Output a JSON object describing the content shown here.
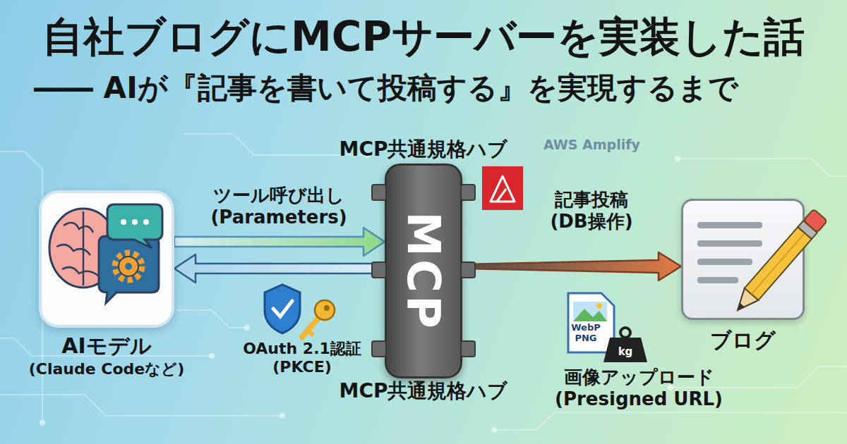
{
  "diagram": {
    "title": "自社ブログにMCPサーバーを実装した話",
    "nodes": [
      {
        "text": [
          "AIモデル",
          "(Claude Codeなど)"
        ]
      },
      {
        "text": [
          "MCP共通規格ハブ",
          "MCP",
          "MCP共通規格ハブ"
        ]
      },
      {
        "text": [
          "ブログ"
        ]
      }
    ],
    "edges": [
      {
        "from": 0,
        "to": 1,
        "label": "ツール呼び出し (Parameters)",
        "arrow": "to"
      },
      {
        "from": 1,
        "to": 0,
        "arrow": "to"
      },
      {
        "from": 1,
        "to": 2,
        "label": "記事投稿 (DB操作)",
        "arrow": "to"
      }
    ],
    "labels": [
      "―― AIが『記事を書いて投稿する』を実現するまで",
      "AWS Amplify",
      "OAuth 2.1認証 (PKCE)",
      "WebP",
      "PNG",
      "kg",
      "画像アップロード (Presigned URL)"
    ]
  }
}
